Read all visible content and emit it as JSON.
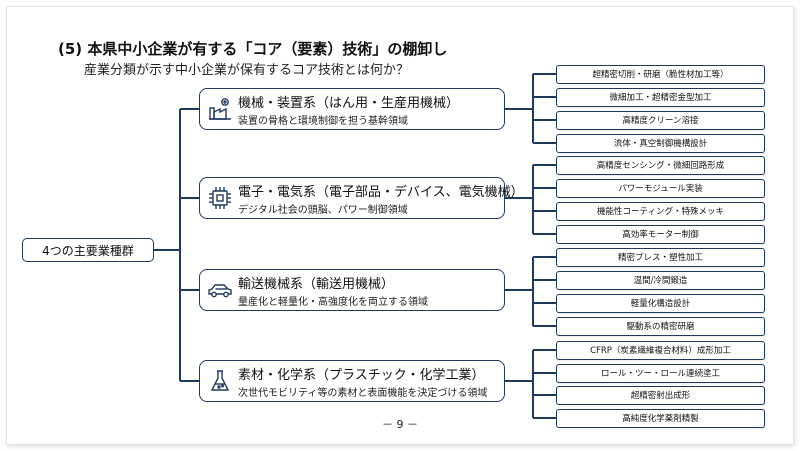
{
  "slide": {
    "title": "(5) 本県中小企業が有する「コア（要素）技術」の棚卸し",
    "subtitle": "産業分類が示す中小企業が保有するコア技術とは何か？",
    "page_number": "－ 9 －"
  },
  "tree": {
    "root_label": "4つの主要業種群",
    "categories": [
      {
        "icon": "factory-icon",
        "title": "機械・装置系（はん用・生産用機械）",
        "description": "装置の骨格と環境制御を担う基幹領域",
        "techs": [
          "超精密切削・研磨（脆性材加工等）",
          "微細加工・超精密金型加工",
          "高精度クリーン溶接",
          "流体・真空制御機構設計"
        ]
      },
      {
        "icon": "chip-icon",
        "title": "電子・電気系（電子部品・デバイス、電気機械）",
        "description": "デジタル社会の頭脳、パワー制御領域",
        "techs": [
          "高精度センシング・微細回路形成",
          "パワーモジュール実装",
          "機能性コーティング・特殊メッキ",
          "高効率モーター制御"
        ]
      },
      {
        "icon": "car-icon",
        "title": "輸送機械系（輸送用機械）",
        "description": "量産化と軽量化・高強度化を両立する領域",
        "techs": [
          "精密プレス・塑性加工",
          "温間/冷間鍛造",
          "軽量化構造設計",
          "駆動系の精密研磨"
        ]
      },
      {
        "icon": "flask-icon",
        "title": "素材・化学系（プラスチック・化学工業）",
        "description": "次世代モビリティ等の素材と表面機能を決定づける領域",
        "techs": [
          "CFRP（炭素繊維複合材料）成形加工",
          "ロール・ツー・ロール連続塗工",
          "超精密射出成形",
          "高純度化学薬剤精製"
        ]
      }
    ]
  },
  "colors": {
    "border": "#1f3a5f",
    "line": "#1f3a5f"
  }
}
